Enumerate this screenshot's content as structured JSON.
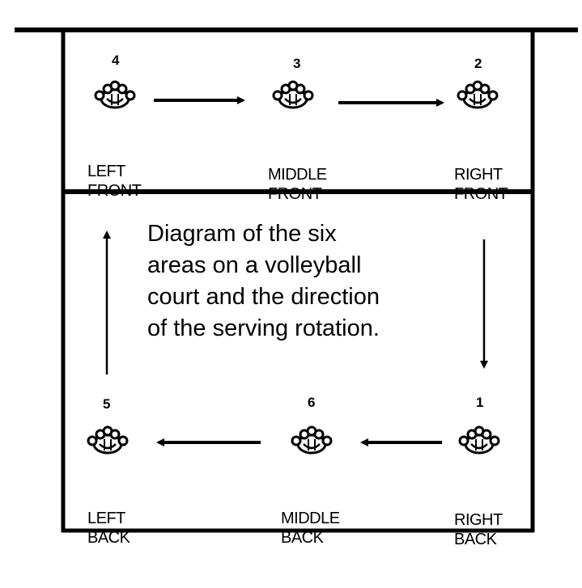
{
  "diagram": {
    "caption_lines": [
      "Diagram of the six",
      "areas on a volleyball",
      "court and the direction",
      "of the serving rotation."
    ],
    "positions": [
      {
        "id": "left-front",
        "number": "4",
        "line1": "LEFT",
        "line2": "FRONT"
      },
      {
        "id": "middle-front",
        "number": "3",
        "line1": "MIDDLE",
        "line2": "FRONT"
      },
      {
        "id": "right-front",
        "number": "2",
        "line1": "RIGHT",
        "line2": "FRONT"
      },
      {
        "id": "left-back",
        "number": "5",
        "line1": "LEFT",
        "line2": "BACK"
      },
      {
        "id": "middle-back",
        "number": "6",
        "line1": "MIDDLE",
        "line2": "BACK"
      },
      {
        "id": "right-back",
        "number": "1",
        "line1": "RIGHT",
        "line2": "BACK"
      }
    ],
    "colors": {
      "ink": "#000000",
      "paper": "#ffffff"
    },
    "player_icon": "paw-player-icon"
  }
}
